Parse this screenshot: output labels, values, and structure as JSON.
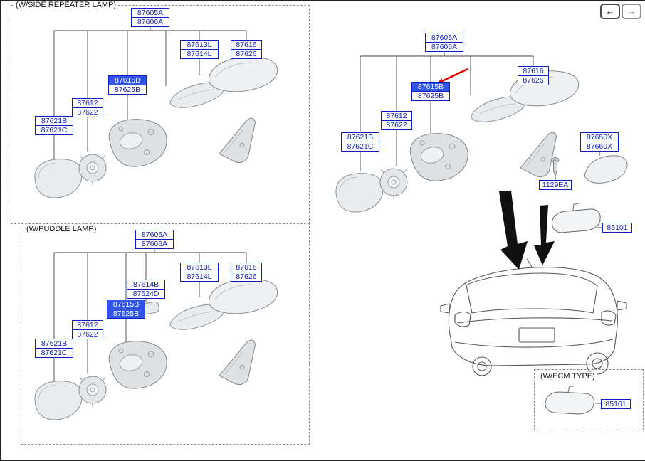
{
  "nav": {
    "back": "←",
    "forward": "→"
  },
  "colors": {
    "part_blue": "#0b1ec4",
    "highlight_bg": "#3355e8",
    "red_arrow": "#e10000"
  },
  "sections": {
    "side_repeater": {
      "title": "(W/SIDE REPEATER LAMP)",
      "labels": [
        {
          "l1": "87605A",
          "l2": "87606A"
        },
        {
          "l1": "87613L",
          "l2": "87614L"
        },
        {
          "l1": "87616",
          "l2": "87626"
        },
        {
          "l1": "87615B",
          "l2": "87625B",
          "highlighted": true
        },
        {
          "l1": "87612",
          "l2": "87622"
        },
        {
          "l1": "87621B",
          "l2": "87621C"
        }
      ]
    },
    "puddle": {
      "title": "(W/PUDDLE LAMP)",
      "labels": [
        {
          "l1": "87605A",
          "l2": "87606A"
        },
        {
          "l1": "87613L",
          "l2": "87614L"
        },
        {
          "l1": "87616",
          "l2": "87626"
        },
        {
          "l1": "87614B",
          "l2": "87624D"
        },
        {
          "l1": "87615B",
          "l2": "87625B",
          "highlighted": true
        },
        {
          "l1": "87612",
          "l2": "87622"
        },
        {
          "l1": "87621B",
          "l2": "87621C"
        }
      ]
    },
    "main": {
      "labels": [
        {
          "l1": "87605A",
          "l2": "87606A"
        },
        {
          "l1": "87616",
          "l2": "87626"
        },
        {
          "l1": "87615B",
          "l2": "87625B",
          "highlighted": true
        },
        {
          "l1": "87612",
          "l2": "87622"
        },
        {
          "l1": "87621B",
          "l2": "87621C"
        },
        {
          "l1": "87650X",
          "l2": "87660X"
        },
        {
          "l1": "1129EA"
        },
        {
          "l1": "85101"
        }
      ]
    },
    "ecm": {
      "title": "(W/ECM TYPE)",
      "labels": [
        {
          "l1": "85101"
        }
      ]
    }
  }
}
